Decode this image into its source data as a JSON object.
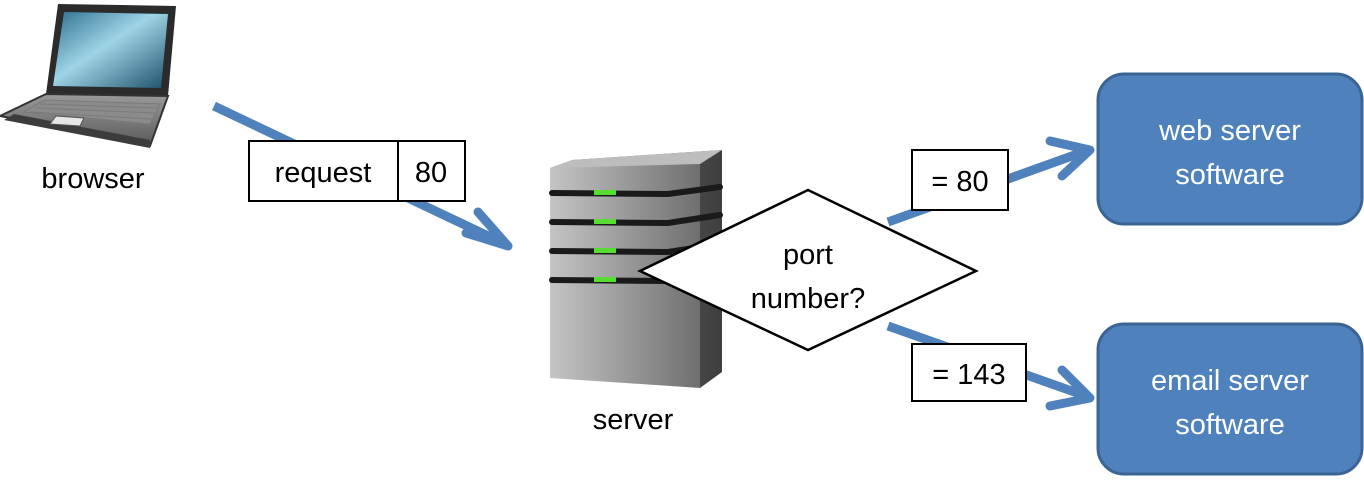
{
  "nodes": {
    "browser_label": "browser",
    "server_label": "server",
    "request_label": "request",
    "request_port": "80",
    "decision_line1": "port",
    "decision_line2": "number?",
    "branch_web_label": "= 80",
    "branch_email_label": "= 143",
    "web_line1": "web server",
    "web_line2": "software",
    "email_line1": "email server",
    "email_line2": "software"
  },
  "colors": {
    "arrow": "#4f81bd",
    "box_fill": "#4f81bd",
    "box_stroke": "#3a6494",
    "box_text": "#ffffff",
    "led": "#55dd33"
  },
  "icons": {
    "browser": "laptop-icon",
    "server": "server-tower-icon"
  }
}
